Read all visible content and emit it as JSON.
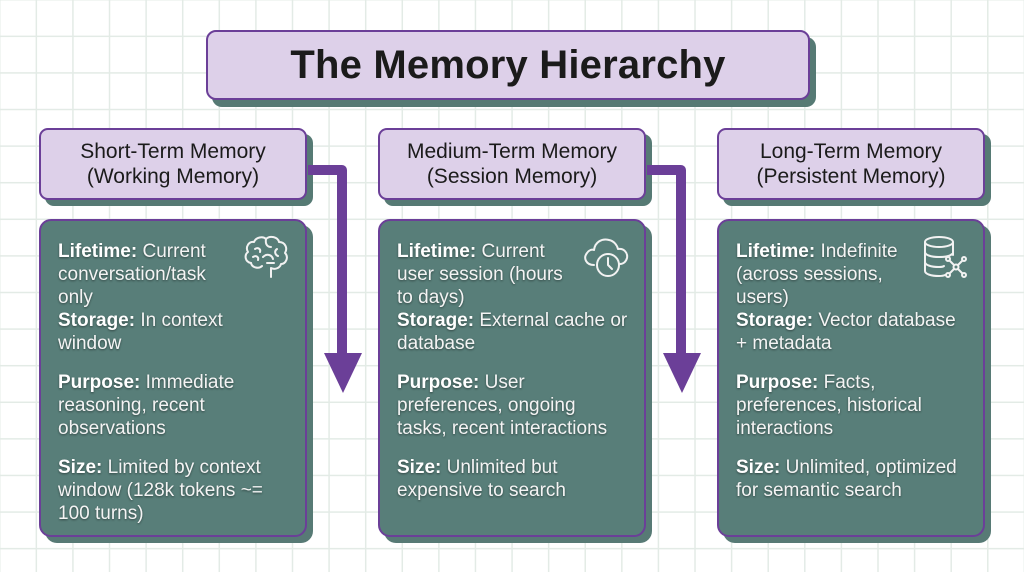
{
  "title": "The Memory Hierarchy",
  "colors": {
    "header_fill": "#ddd0e9",
    "border_purple": "#6b3f98",
    "card_fill": "#587e79",
    "arrow_purple": "#6b3f98"
  },
  "columns": [
    {
      "heading_line1": "Short-Term Memory",
      "heading_line2": "(Working Memory)",
      "icon": "brain-icon",
      "fields": [
        {
          "label": "Lifetime:",
          "value": " Current conversation/task only"
        },
        {
          "label": "Storage:",
          "value": " In context window"
        },
        {
          "label": "Purpose:",
          "value": " Immediate reasoning, recent observations"
        },
        {
          "label": "Size:",
          "value": " Limited by context window (128k tokens ~= 100 turns)"
        }
      ]
    },
    {
      "heading_line1": "Medium-Term Memory",
      "heading_line2": "(Session Memory)",
      "icon": "cloud-clock-icon",
      "fields": [
        {
          "label": "Lifetime:",
          "value": " Current user session (hours to days)"
        },
        {
          "label": "Storage:",
          "value": " External cache or database"
        },
        {
          "label": "Purpose:",
          "value": " User preferences, ongoing tasks, recent interactions"
        },
        {
          "label": "Size:",
          "value": " Unlimited but expensive to search"
        }
      ]
    },
    {
      "heading_line1": "Long-Term Memory",
      "heading_line2": "(Persistent Memory)",
      "icon": "database-network-icon",
      "fields": [
        {
          "label": "Lifetime:",
          "value": " Indefinite (across sessions, users)"
        },
        {
          "label": "Storage:",
          "value": " Vector database + metadata"
        },
        {
          "label": "Purpose:",
          "value": " Facts, preferences, historical interactions"
        },
        {
          "label": "Size:",
          "value": " Unlimited, optimized for semantic search"
        }
      ]
    }
  ]
}
